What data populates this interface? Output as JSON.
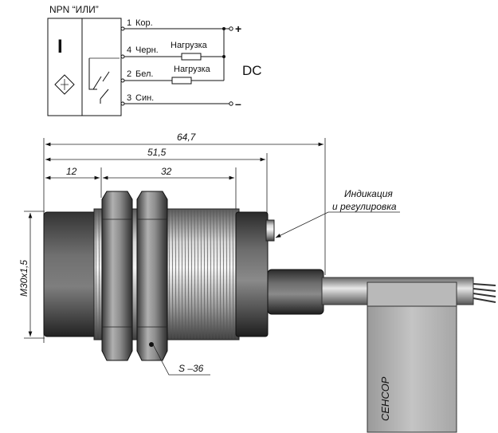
{
  "schematic": {
    "title": "NPN “ИЛИ”",
    "wires": [
      {
        "num": "1",
        "name": "Кор."
      },
      {
        "num": "4",
        "name": "Черн."
      },
      {
        "num": "2",
        "name": "Бел."
      },
      {
        "num": "3",
        "name": "Син."
      }
    ],
    "loads": [
      "Нагрузка",
      "Нагрузка"
    ],
    "supply": "DC",
    "plus": "+",
    "minus": "–",
    "sensor_mark": "I"
  },
  "drawing": {
    "dims": {
      "overall": "64,7",
      "body": "51,5",
      "front": "12",
      "thread_len": "32",
      "thread": "M30x1,5",
      "nut": "S –36"
    },
    "callout_line1": "Индикация",
    "callout_line2": "и регулировка",
    "label_tag": "СЕНСОР"
  }
}
